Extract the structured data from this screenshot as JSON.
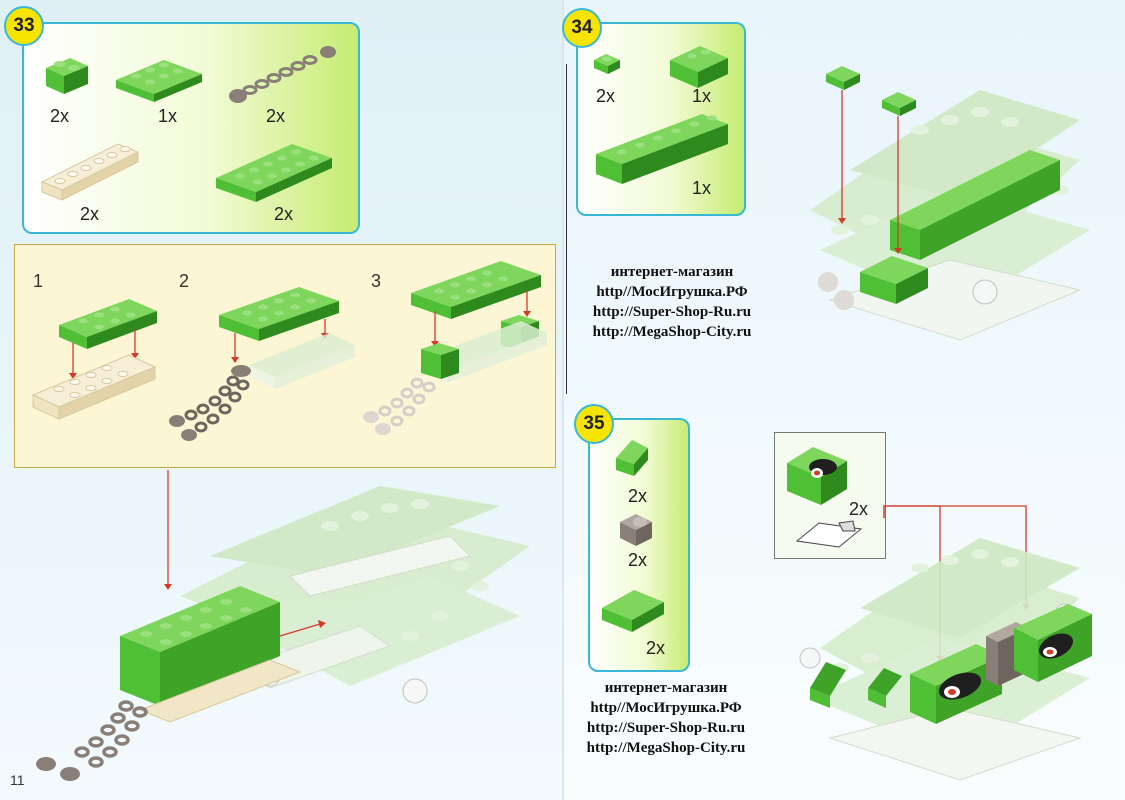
{
  "page_number": "11",
  "step33": {
    "number": "33",
    "parts": [
      {
        "qty": "2x",
        "part": "green-brick-1x2"
      },
      {
        "qty": "1x",
        "part": "green-plate-2x4"
      },
      {
        "qty": "2x",
        "part": "gray-chain"
      },
      {
        "qty": "2x",
        "part": "tan-plate-1x6"
      },
      {
        "qty": "2x",
        "part": "green-plate-2x6"
      }
    ]
  },
  "substeps": [
    "1",
    "2",
    "3"
  ],
  "step34": {
    "number": "34",
    "parts": [
      {
        "qty": "2x",
        "part": "green-plate-1x1"
      },
      {
        "qty": "1x",
        "part": "green-slope-2x2"
      },
      {
        "qty": "1x",
        "part": "green-brick-1x6"
      }
    ]
  },
  "step35": {
    "number": "35",
    "parts": [
      {
        "qty": "2x",
        "part": "green-slope-1x2"
      },
      {
        "qty": "2x",
        "part": "gray-hinge-brick"
      },
      {
        "qty": "2x",
        "part": "green-slope-2x3"
      }
    ],
    "inset_qty": "2x"
  },
  "shop_block_1": {
    "title": "интернет-магазин",
    "line1": "http//МосИгрушка.РФ",
    "line2": "http://Super-Shop-Ru.ru",
    "line3": "http://MegaShop-City.ru"
  },
  "shop_block_2": {
    "title": "интернет-магазин",
    "line1": "http//МосИгрушка.РФ",
    "line2": "http://Super-Shop-Ru.ru",
    "line3": "http://MegaShop-City.ru"
  },
  "colors": {
    "green": "#4fbf35",
    "green_dark": "#2f8a1e",
    "ghost_green": "#c9e8bd",
    "chain": "#8a7f78",
    "tan": "#f1e6c6",
    "arrow": "#d43a2a",
    "panel_border": "#38b8d6",
    "badge": "#f7e400"
  }
}
